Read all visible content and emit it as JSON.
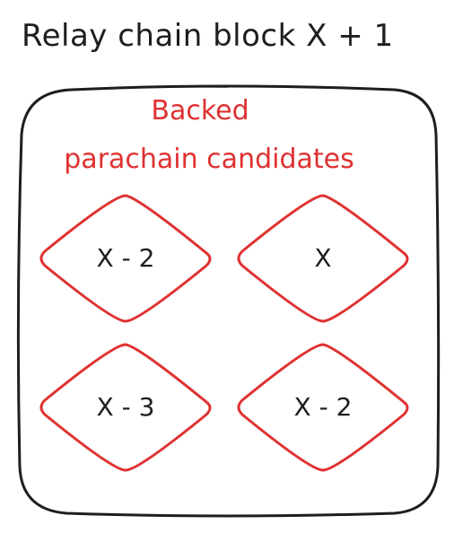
{
  "diagram": {
    "title": "Relay chain block X + 1",
    "heading_line1": "Backed",
    "heading_line2": "parachain candidates",
    "candidates": [
      {
        "label": "X - 2"
      },
      {
        "label": "X"
      },
      {
        "label": "X - 3"
      },
      {
        "label": "X - 2"
      }
    ]
  },
  "colors": {
    "ink": "#1e1e1e",
    "accent": "#e03131"
  }
}
